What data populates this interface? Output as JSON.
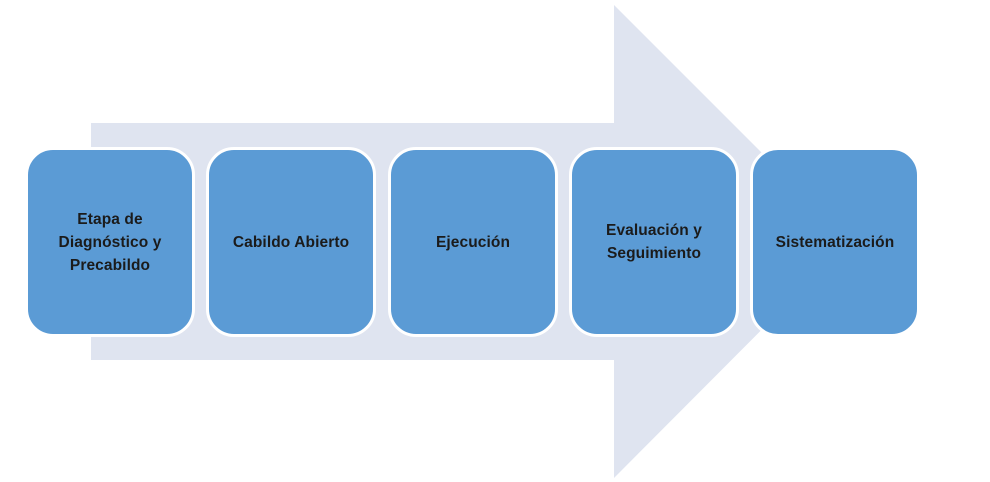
{
  "diagram": {
    "type": "process-arrow",
    "direction": "right",
    "stages": [
      {
        "label": "Etapa de Diagnóstico y Precabildo"
      },
      {
        "label": "Cabildo Abierto"
      },
      {
        "label": "Ejecución"
      },
      {
        "label": "Evaluación y Seguimiento"
      },
      {
        "label": "Sistematización"
      }
    ]
  },
  "colors": {
    "stage_fill": "#5B9BD5",
    "stage_border": "#FFFFFF",
    "stage_text": "#1B1B1B",
    "arrow_fill": "#DFE4F0",
    "background": "#FFFFFF"
  }
}
